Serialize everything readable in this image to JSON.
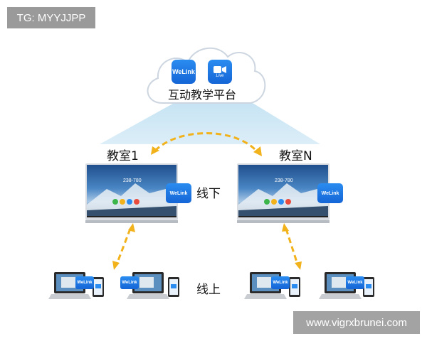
{
  "watermark_top": "TG: MYYJJPP",
  "watermark_bottom": "www.vigrxbrunei.com",
  "cloud": {
    "label": "互动教学平台",
    "welink_text": "WeLink",
    "live_text": "Live"
  },
  "classrooms": [
    {
      "label": "教室1",
      "screen_number": "238-780",
      "badge": "WeLink"
    },
    {
      "label": "教室N",
      "screen_number": "238-780",
      "badge": "WeLink"
    }
  ],
  "offline_label": "线下",
  "online_label": "线上",
  "client_badge": "WeLink",
  "colors": {
    "arrow": "#f2b21c",
    "cloud_stroke": "#c9d3df",
    "beam": "#cfe6f4",
    "accent": "#1a73e8"
  }
}
